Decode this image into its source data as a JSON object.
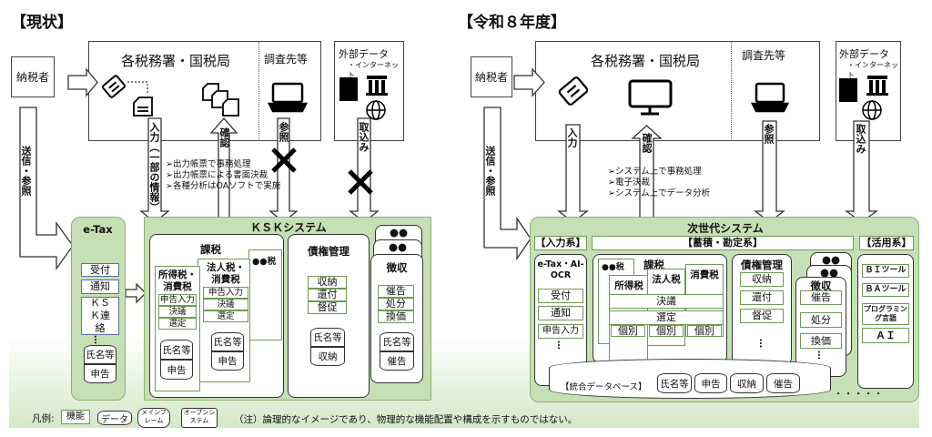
{
  "current": {
    "heading": "【現状】",
    "office_title": "各税務署・国税局",
    "research_label": "調査先等",
    "external_title": "外部データ",
    "external_sub": "・インターネット",
    "taxpayer": "納税者",
    "send_ref": "送信・参照",
    "arrows": {
      "input": "入力（一部の情報）",
      "confirm": "確認",
      "ref": "参照",
      "import": "取込み"
    },
    "notes": [
      "➢出力帳票で事務処理",
      "➢出力帳票による書面決裁",
      "➢各種分析はOAソフトで実施"
    ],
    "etax": {
      "title": "e-Tax",
      "items": [
        "受付",
        "通知",
        "ＫＳＫ連絡"
      ],
      "db": [
        "氏名等",
        "申告"
      ]
    },
    "ksk": {
      "title": "ＫＳＫシステム",
      "kazei": {
        "title": "課税",
        "cards": [
          {
            "title": "所得税・消費税",
            "items": [
              "申告入力",
              "決議",
              "選定"
            ],
            "db": [
              "氏名等",
              "申告"
            ]
          },
          {
            "title": "法人税・消費税",
            "items": [
              "申告入力",
              "決議",
              "選定"
            ],
            "db": [
              "氏名等",
              "申告"
            ]
          },
          {
            "title": "●●税"
          }
        ]
      },
      "saiken": {
        "title": "債権管理",
        "items": [
          "収納",
          "還付",
          "督促"
        ],
        "db": [
          "氏名等",
          "収納"
        ]
      },
      "choshu": {
        "tab": "●●",
        "title": "徴収",
        "items": [
          "催告",
          "処分",
          "換価"
        ],
        "db": [
          "氏名等",
          "催告"
        ]
      }
    }
  },
  "future": {
    "heading": "【令和８年度】",
    "office_title": "各税務署・国税局",
    "research_label": "調査先等",
    "external_title": "外部データ",
    "external_sub": "・インターネット",
    "taxpayer": "納税者",
    "send_ref": "送信・参照",
    "arrows": {
      "input": "入力",
      "confirm": "確認",
      "ref": "参照",
      "import": "取込み"
    },
    "notes": [
      "➢システム上で事務処理",
      "➢電子決裁",
      "➢システム上でデータ分析"
    ],
    "system_title": "次世代システム",
    "sections": {
      "input": "【入力系】",
      "core": "【蓄積・勘定系】",
      "use": "【活用系】"
    },
    "input_col": {
      "title": "e-Tax・AI-OCR",
      "items": [
        "受付",
        "通知",
        "申告入力"
      ]
    },
    "kazei": {
      "title": "課税",
      "tax_cards": [
        "●●税",
        "所得税",
        "法人税",
        "消費税"
      ],
      "rows": [
        "決議",
        "選定"
      ],
      "individual": [
        "個別",
        "個別",
        "個別"
      ]
    },
    "saiken": {
      "title": "債権管理",
      "items": [
        "収納",
        "還付",
        "督促"
      ]
    },
    "choshu": {
      "tab": "●●",
      "title": "徴収",
      "items": [
        "催告",
        "処分",
        "換価"
      ]
    },
    "use_col": {
      "items": [
        "ＢＩツール",
        "ＢＡツール",
        "プログラミング言語",
        "ＡＩ"
      ]
    },
    "db": {
      "title": "【統合データベース】",
      "items": [
        "氏名等",
        "申告",
        "収納",
        "催告"
      ],
      "more": "・・・・・"
    }
  },
  "legend": {
    "label": "凡例:",
    "function": "機能",
    "data": "データ",
    "mainframe": "メインフレーム",
    "open_system": "オープンシステム",
    "note": "（注）論理的なイメージであり、物理的な機能配置や構成を示すものではない。"
  },
  "colors": {
    "system_fill": "#c5e0b4",
    "system_border": "#8bb174",
    "function_border": "#6f9a56"
  }
}
